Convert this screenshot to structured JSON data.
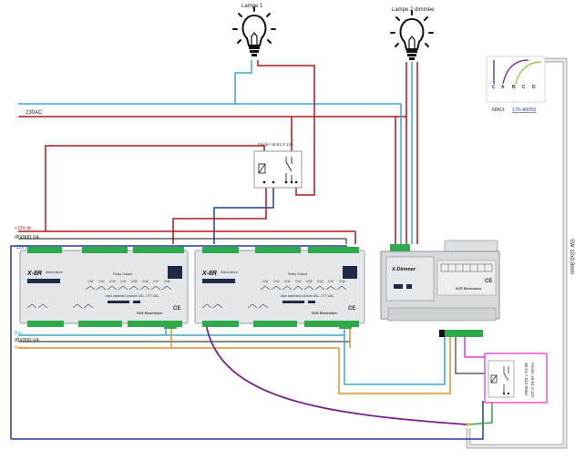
{
  "diagram": {
    "lamp1_label": "Lampe 1",
    "lamp2_label": "Lampe 2 dimmée",
    "mains_label": "230AC",
    "finder_top_label": "Finder 46.61.9 12V",
    "plus12_label": "+12V dc",
    "ipx_top_label": "IPX800 V4",
    "minus12_label": "-12V dc",
    "bus_minus_label": "Bus -",
    "ipx_bottom_label": "IPX800 V4",
    "bus_plus_label": "Bus +",
    "niko_label": "NIKO",
    "niko_ref": "170-40050",
    "niko_terminals": [
      "C",
      "A",
      "B",
      "C",
      "D"
    ],
    "finder_bottom_label": "Finder 46.61.9 12V",
    "finder_bottom_ref": "38.51.7.012.0050",
    "sw_label": "SW 10x0,8mm",
    "module1": {
      "title": "X-8R",
      "subtitle": "Stand alone",
      "relay_title": "Relay Output",
      "outputs": [
        "Ch1",
        "Ch2",
        "Ch3",
        "Ch4",
        "Ch5",
        "Ch6",
        "Ch7",
        "Ch8"
      ],
      "rating": "Max switched current 10A - 277 VAC",
      "brand": "GCE Electronics",
      "ce": "CE"
    },
    "module2": {
      "title": "X-8R",
      "subtitle": "Stand alone",
      "relay_title": "Relay Output",
      "outputs": [
        "Ch1",
        "Ch2",
        "Ch3",
        "Ch4",
        "Ch5",
        "Ch6",
        "Ch7",
        "Ch8"
      ],
      "rating": "Max switched current 10A - 277 VAC",
      "brand": "GCE Electronics",
      "ce": "CE"
    },
    "dimmer": {
      "title": "X-Dimmer",
      "brand": "GCE Electronics",
      "ce": "CE"
    }
  },
  "colors": {
    "red": "#b01818",
    "blue": "#1f3f9c",
    "lightblue": "#3aa6d8",
    "orange": "#e0932c",
    "purple": "#7a1f8c",
    "magenta": "#e23fd0",
    "green": "#2faa4a",
    "gray": "#aaaaaa"
  }
}
